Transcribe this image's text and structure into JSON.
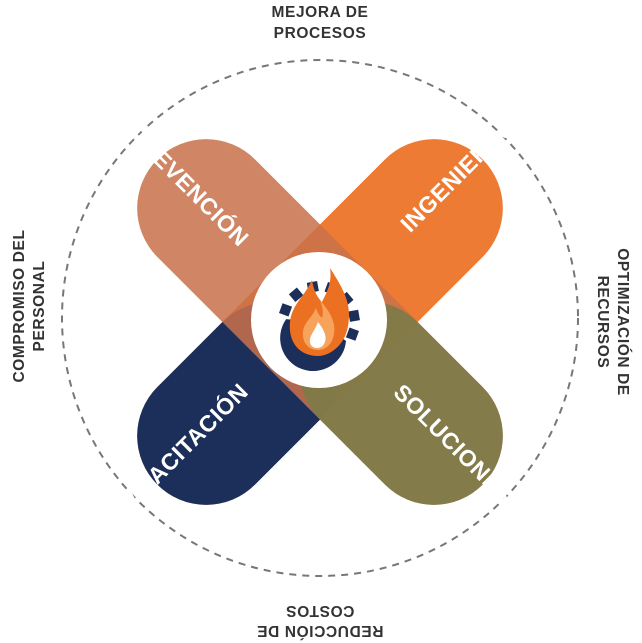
{
  "pills": {
    "prevencion": {
      "label": "PREVENCIÓN",
      "color": "#c8714a"
    },
    "ingenieria": {
      "label": "INGENIERÍA",
      "color": "#ec7022"
    },
    "capacitacion": {
      "label": "CAPACITACIÓN",
      "color": "#1c2f5a"
    },
    "soluciones": {
      "label": "SOLUCIONES",
      "color": "#7d7b48"
    }
  },
  "outer": {
    "top": {
      "line1": "MEJORA DE",
      "line2": "PROCESOS"
    },
    "right": {
      "line1": "OPTIMIZACIÓN DE",
      "line2": "RECURSOS"
    },
    "bottom": {
      "line1": "REDUCCIÓN DE",
      "line2": "COSTOS"
    },
    "left": {
      "line1": "COMPROMISO DEL",
      "line2": "PERSONAL"
    }
  },
  "logo": {
    "flame_color": "#ec7022",
    "gear_color": "#1c2f5a"
  }
}
